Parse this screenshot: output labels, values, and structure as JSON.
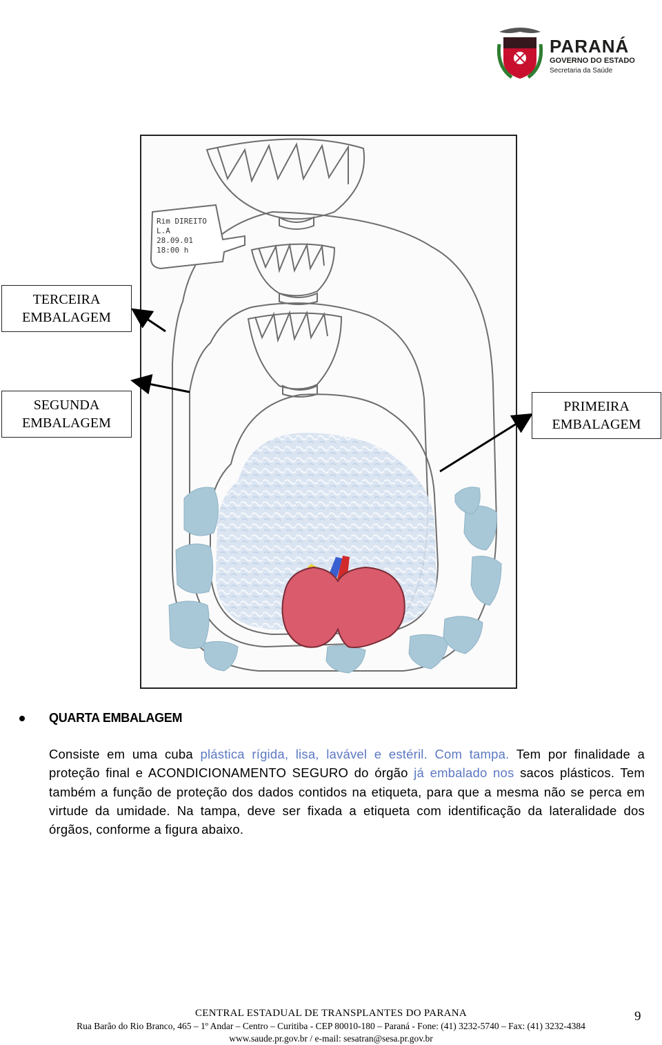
{
  "header": {
    "logo_title": "PARANÁ",
    "logo_sub1": "GOVERNO DO ESTADO",
    "logo_sub2": "Secretaria da Saúde"
  },
  "figure": {
    "tag_lines": [
      "Rim DIREITO",
      "L.A",
      "28.09.01",
      "18:00 h"
    ]
  },
  "labels": {
    "terceira": [
      "TERCEIRA",
      "EMBALAGEM"
    ],
    "segunda": [
      "SEGUNDA",
      "EMBALAGEM"
    ],
    "primeira": [
      "PRIMEIRA",
      "EMBALAGEM"
    ]
  },
  "section": {
    "heading": "QUARTA EMBALAGEM",
    "para": {
      "t1": "Consiste em uma cuba ",
      "h1": "plástica rígida, lisa, lavável e estéril. Com tampa.",
      "t2": " Tem por finalidade a proteção final e ACONDICIONAMENTO SEGURO do órgão ",
      "h2": "já embalado nos",
      "t3": " sacos plásticos. Tem também a função de proteção dos dados contidos na etiqueta, para que a mesma não se perca em virtude da umidade. Na tampa, deve ser fixada a etiqueta com identificação da lateralidade dos órgãos, conforme a figura abaixo."
    }
  },
  "footer": {
    "org": "CENTRAL ESTADUAL DE TRANSPLANTES DO PARANA",
    "address": "Rua Barão do Rio Branco, 465 – 1º Andar – Centro – Curitiba - CEP 80010-180 – Paraná - Fone: (41) 3232-5740 – Fax: (41) 3232-4384",
    "web": "www.saude.pr.gov.br / e-mail: sesatran@sesa.pr.gov.br",
    "page": "9"
  }
}
